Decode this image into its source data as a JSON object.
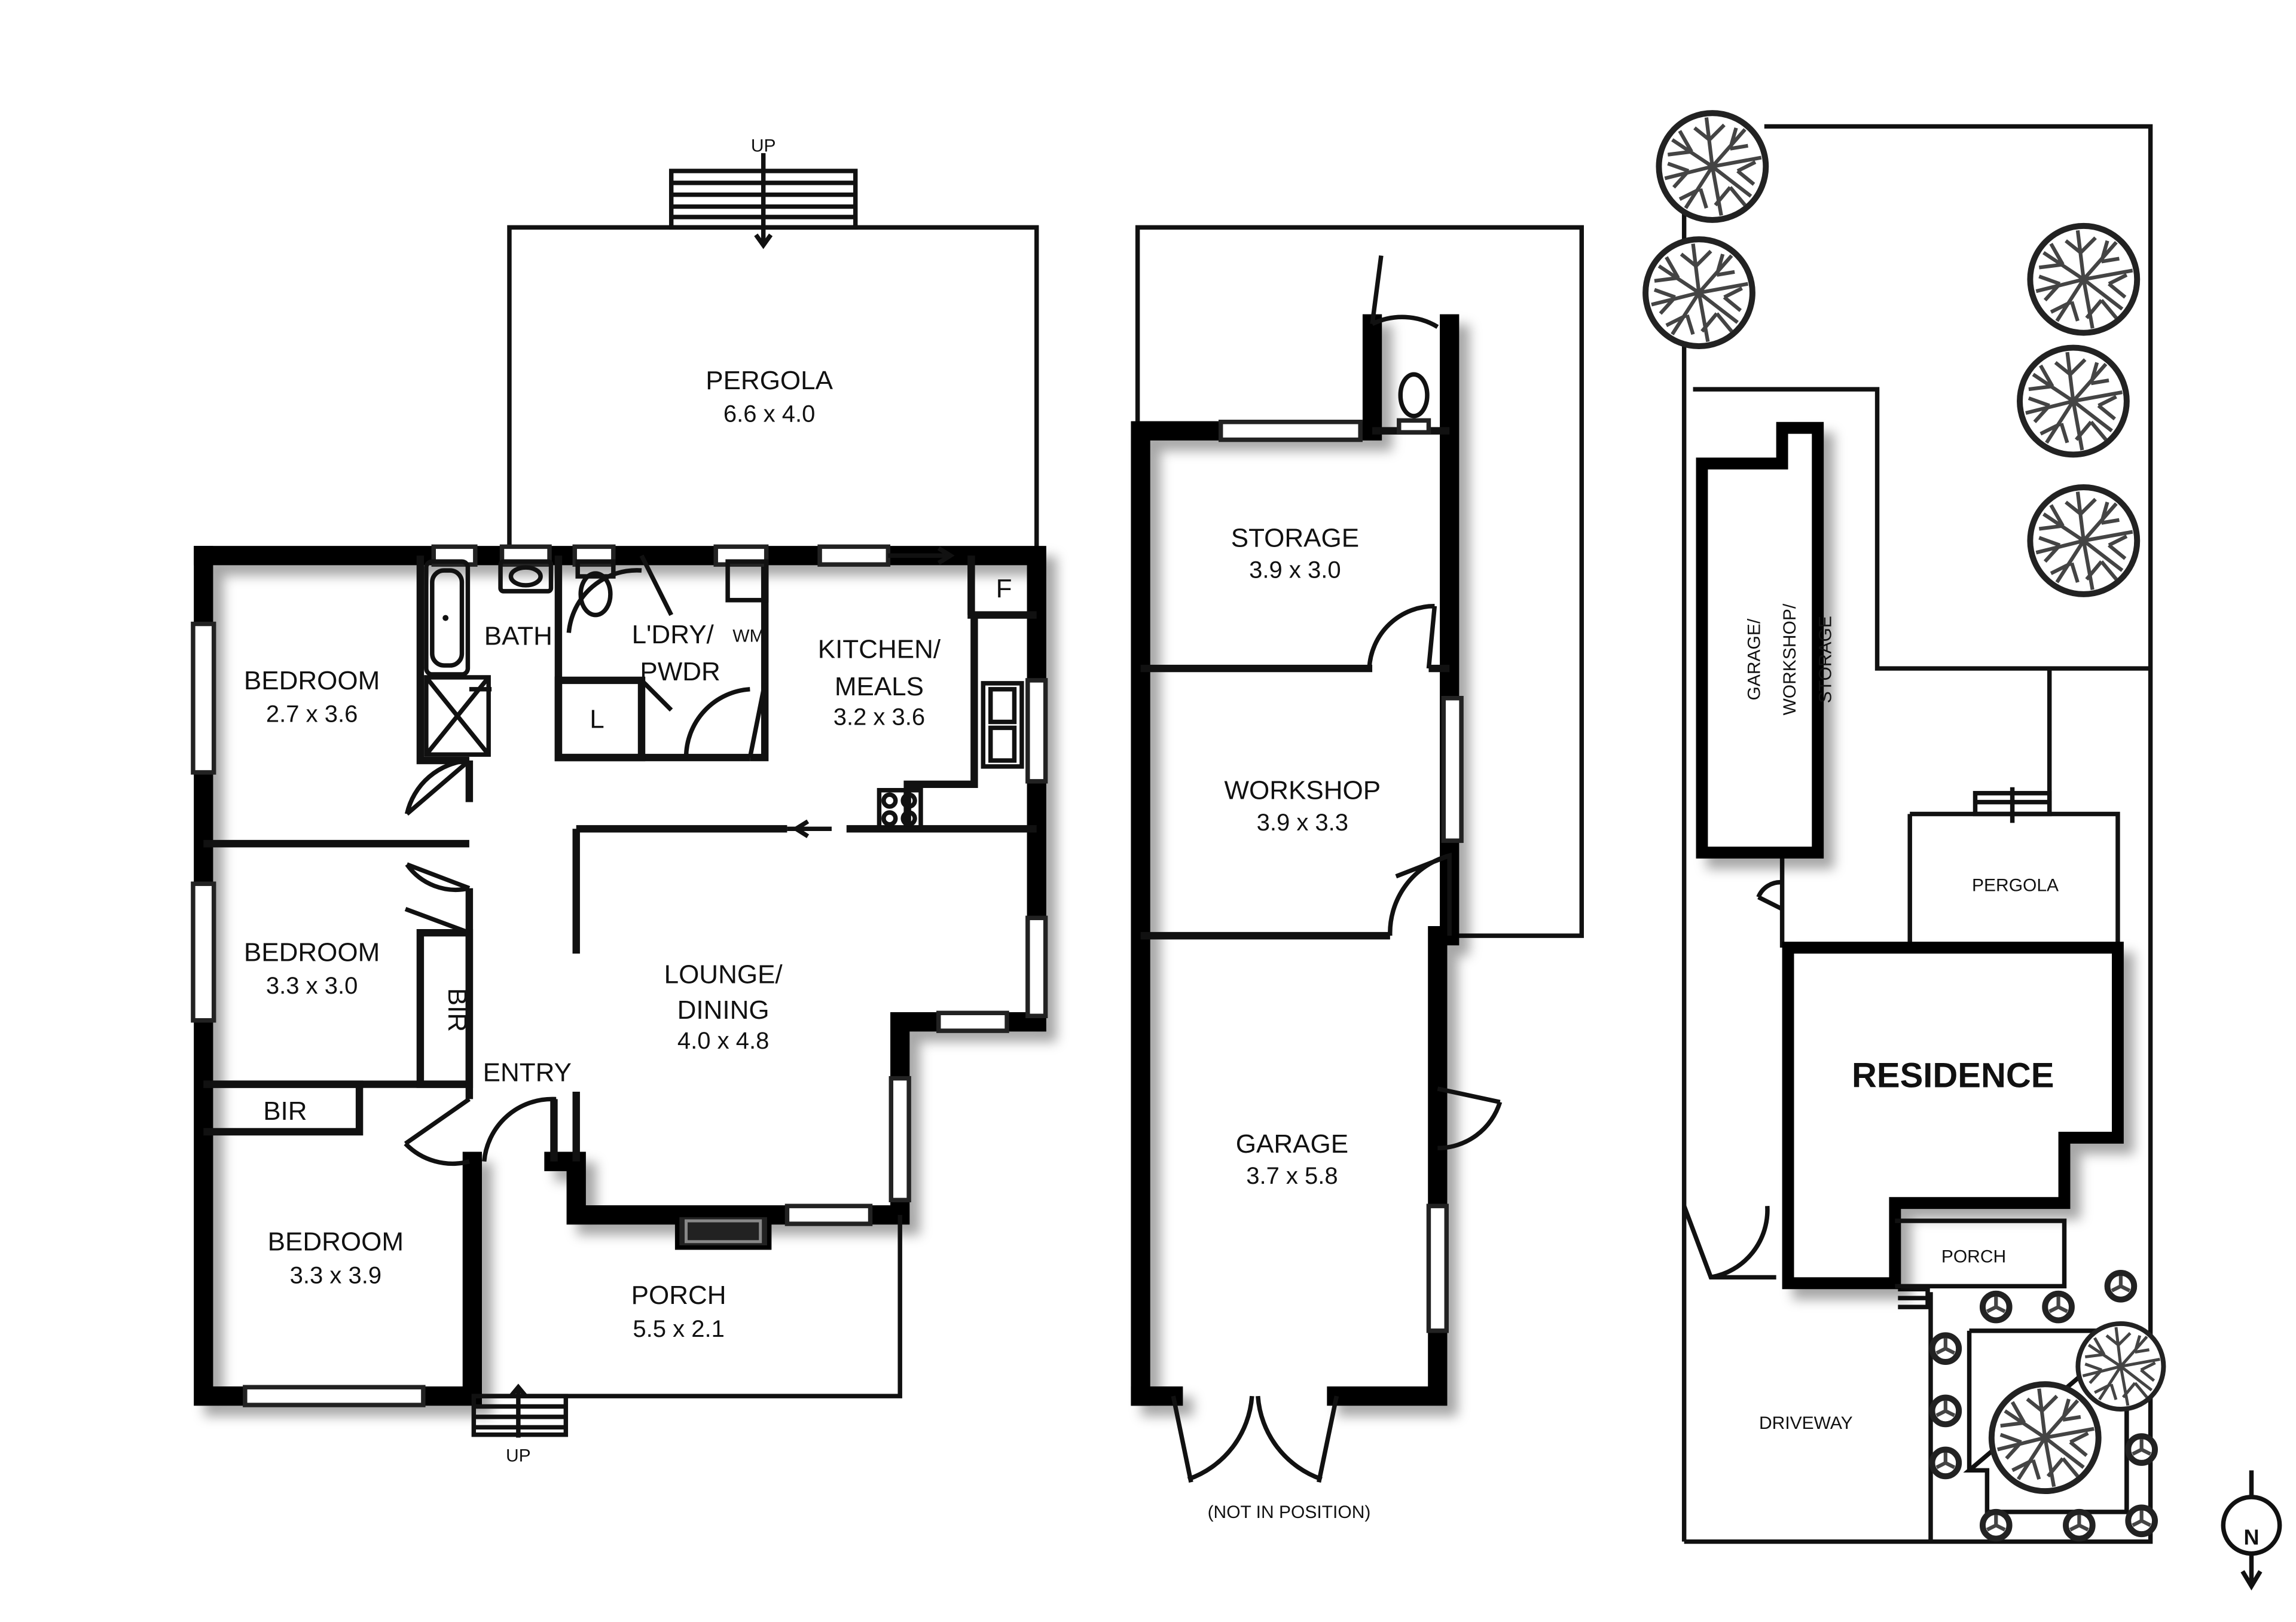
{
  "house": {
    "pergola": {
      "name": "PERGOLA",
      "dim": "6.6 x 4.0"
    },
    "bath": "BATH",
    "laundry": {
      "name": "L'DRY/",
      "name2": "PWDR"
    },
    "wm": "WM",
    "linen": "L",
    "fridge": "F",
    "kitchen": {
      "name": "KITCHEN/",
      "name2": "MEALS",
      "dim": "3.2 x 3.6"
    },
    "bed1": {
      "name": "BEDROOM",
      "dim": "2.7 x 3.6"
    },
    "bed2": {
      "name": "BEDROOM",
      "dim": "3.3 x 3.0"
    },
    "bed3": {
      "name": "BEDROOM",
      "dim": "3.3 x 3.9"
    },
    "bir_vertical": "BIR",
    "bir_horizontal": "BIR",
    "entry": "ENTRY",
    "lounge": {
      "name": "LOUNGE/",
      "name2": "DINING",
      "dim": "4.0 x 4.8"
    },
    "porch": {
      "name": "PORCH",
      "dim": "5.5 x 2.1"
    },
    "up_top": "UP",
    "up_bottom": "UP"
  },
  "outbuilding": {
    "storage": {
      "name": "STORAGE",
      "dim": "3.9 x 3.0"
    },
    "workshop": {
      "name": "WORKSHOP",
      "dim": "3.9 x 3.3"
    },
    "garage": {
      "name": "GARAGE",
      "dim": "3.7 x 5.8"
    },
    "note": "(NOT IN POSITION)"
  },
  "site": {
    "garage_label": [
      "GARAGE/",
      "WORKSHOP/",
      "STORAGE"
    ],
    "pergola": "PERGOLA",
    "residence": "RESIDENCE",
    "porch": "PORCH",
    "driveway": "DRIVEWAY",
    "north": "N"
  }
}
